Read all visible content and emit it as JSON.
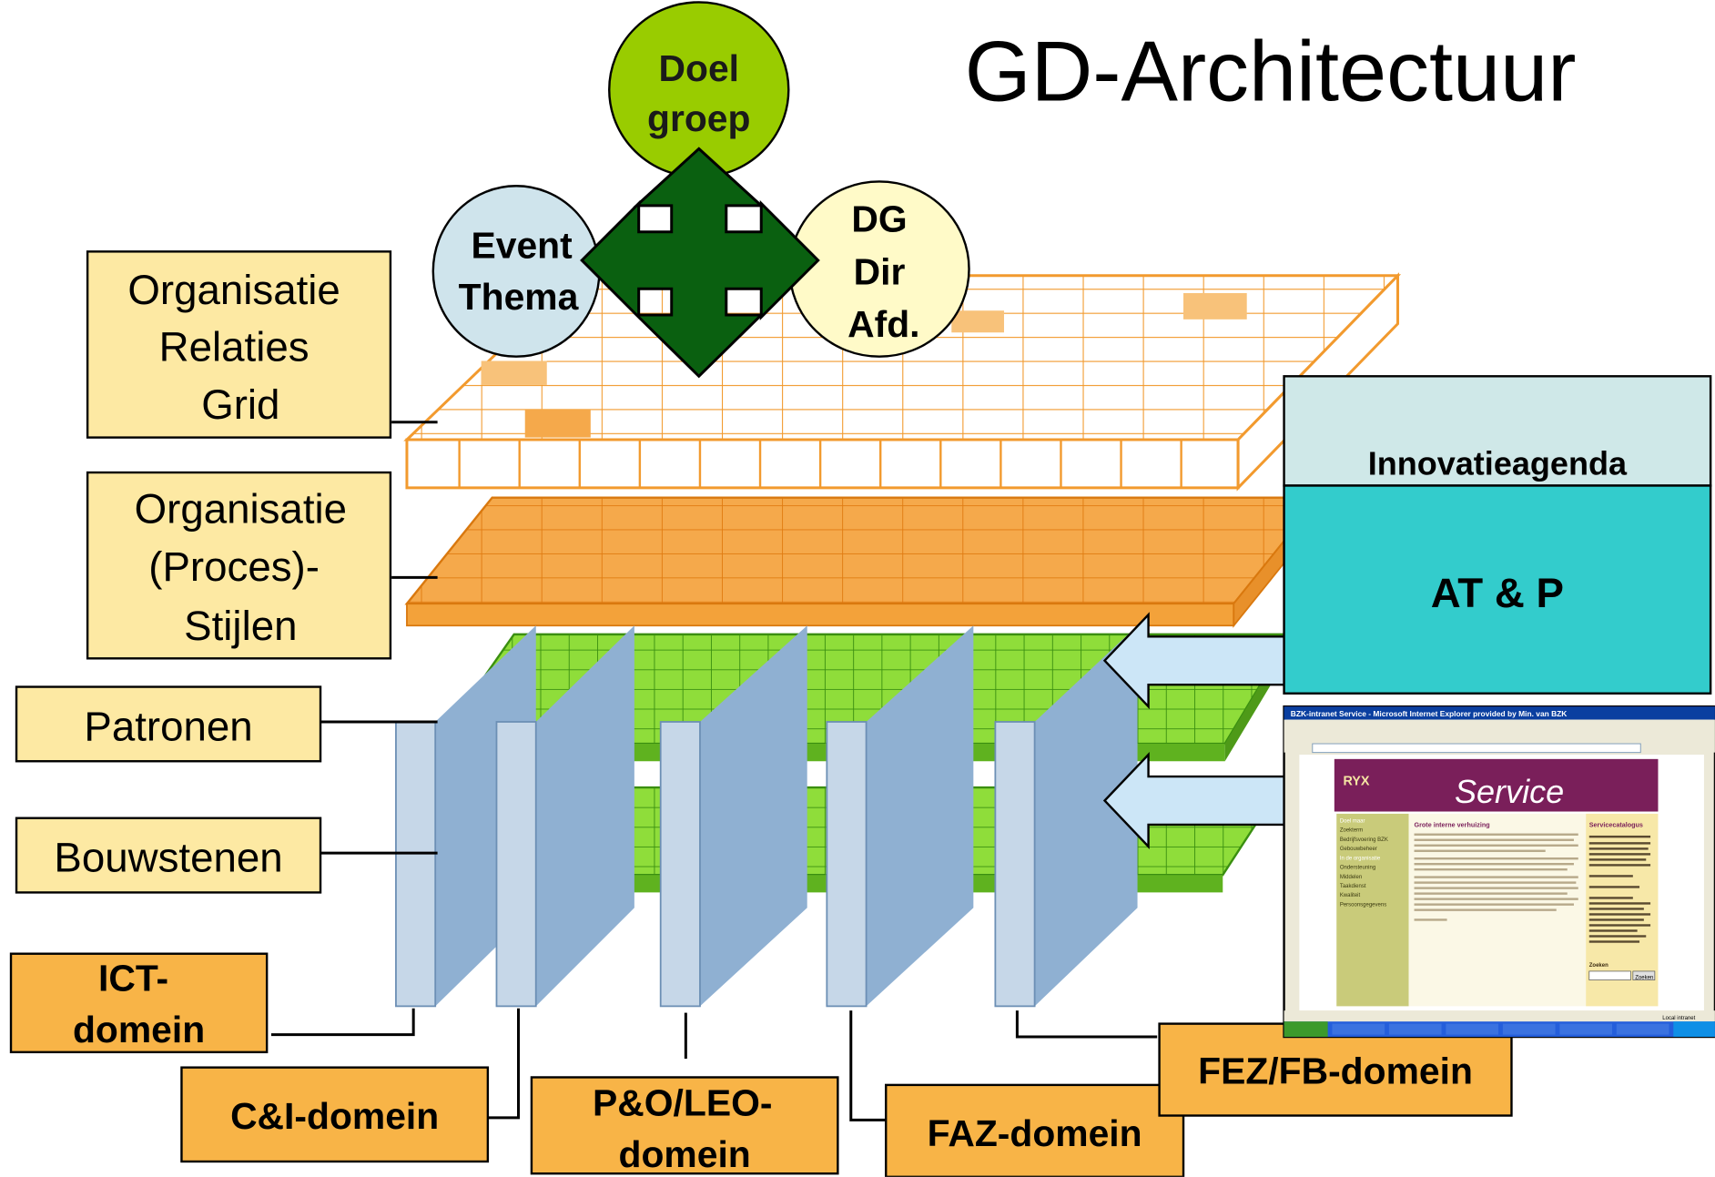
{
  "title": "GD-Architectuur",
  "colors": {
    "orange_box": "#f8b447",
    "yellow_box": "#fde9a3",
    "green_circle": "#99cc00",
    "blue_circle": "#cfe4ec",
    "cream_circle": "#fffac8",
    "arrow_green": "#0a6010",
    "orange_grid": "#f5a94b",
    "green_grid": "#8fdd3a",
    "panel_blue": "#9bb9d6",
    "teal": "#33cccc"
  },
  "circles": {
    "doelgroep": [
      "Doel",
      "groep"
    ],
    "event": [
      "Event",
      "Thema"
    ],
    "dg": [
      "DG",
      "Dir",
      "Afd."
    ]
  },
  "layer_labels": {
    "relaties": [
      "Organisatie",
      "Relaties",
      "Grid"
    ],
    "stijlen": [
      "Organisatie",
      "(Proces)-",
      "Stijlen"
    ],
    "patronen": "Patronen",
    "bouwstenen": "Bouwstenen"
  },
  "domains": {
    "ict": [
      "ICT-",
      "domein"
    ],
    "ci": "C&I-domein",
    "po": [
      "P&O/LEO-",
      "domein"
    ],
    "faz": "FAZ-domein",
    "fez": "FEZ/FB-domein"
  },
  "innovation": {
    "header": "Innovatieagenda",
    "body": "AT &  P"
  },
  "screenshot": {
    "window_title": "BZK-intranet Service - Microsoft Internet Explorer provided by Min. van BZK",
    "banner_text": "Service",
    "logo_text": "RYX",
    "left_menu": [
      "Doel maar",
      "Zoekterm",
      "Bedrijfsvoering BZK",
      "Gebouwbeheer",
      "In de organisatie",
      "Ondersteuning",
      "Middelen",
      "Taakdienst",
      "Kwaliteit",
      "Persoonsgegevens"
    ],
    "article_title": "Grote interne verhuizing",
    "right_title": "Servicecatalogus",
    "search_label": "Zoeken",
    "search_button": "Zoeken",
    "status": "Local intranet"
  }
}
